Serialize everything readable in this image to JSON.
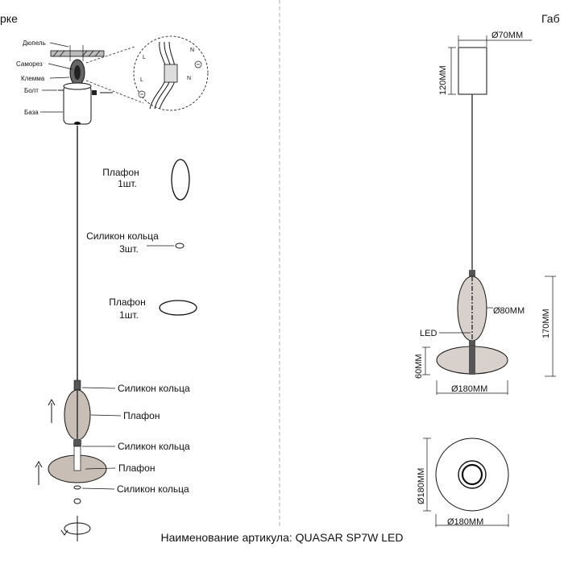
{
  "header": {
    "left_partial": "рке",
    "right_partial": "Габ"
  },
  "assembly": {
    "callouts": {
      "dowel": "Дюпель",
      "screw": "Саморез",
      "terminal": "Клемма",
      "bolt": "Болт",
      "base": "База"
    },
    "wiring": {
      "l_top": "L",
      "n_top": "N",
      "l_mid": "L",
      "n_mid": "N"
    },
    "parts": {
      "shade_1": "Плафон",
      "shade_1_qty": "1шт.",
      "rings": "Силикон кольца",
      "rings_qty": "3шт.",
      "shade_2": "Плафон",
      "shade_2_qty": "1шт."
    },
    "assembled": {
      "ring_top": "Силикон кольца",
      "shade_upper": "Плафон",
      "ring_mid": "Силикон кольца",
      "shade_lower": "Плафон",
      "ring_bottom": "Силикон кольца"
    }
  },
  "dimensions": {
    "canopy_diameter": "Ø70MM",
    "canopy_height": "120MM",
    "shade_diameter": "Ø80MM",
    "total_height": "170MM",
    "led_label": "LED",
    "disc_height": "60MM",
    "disc_diameter": "Ø180MM",
    "top_view_height": "Ø180MM",
    "top_view_width": "Ø180MM"
  },
  "footer": {
    "article": "Наименование артикула: QUASAR SP7W LED"
  }
}
